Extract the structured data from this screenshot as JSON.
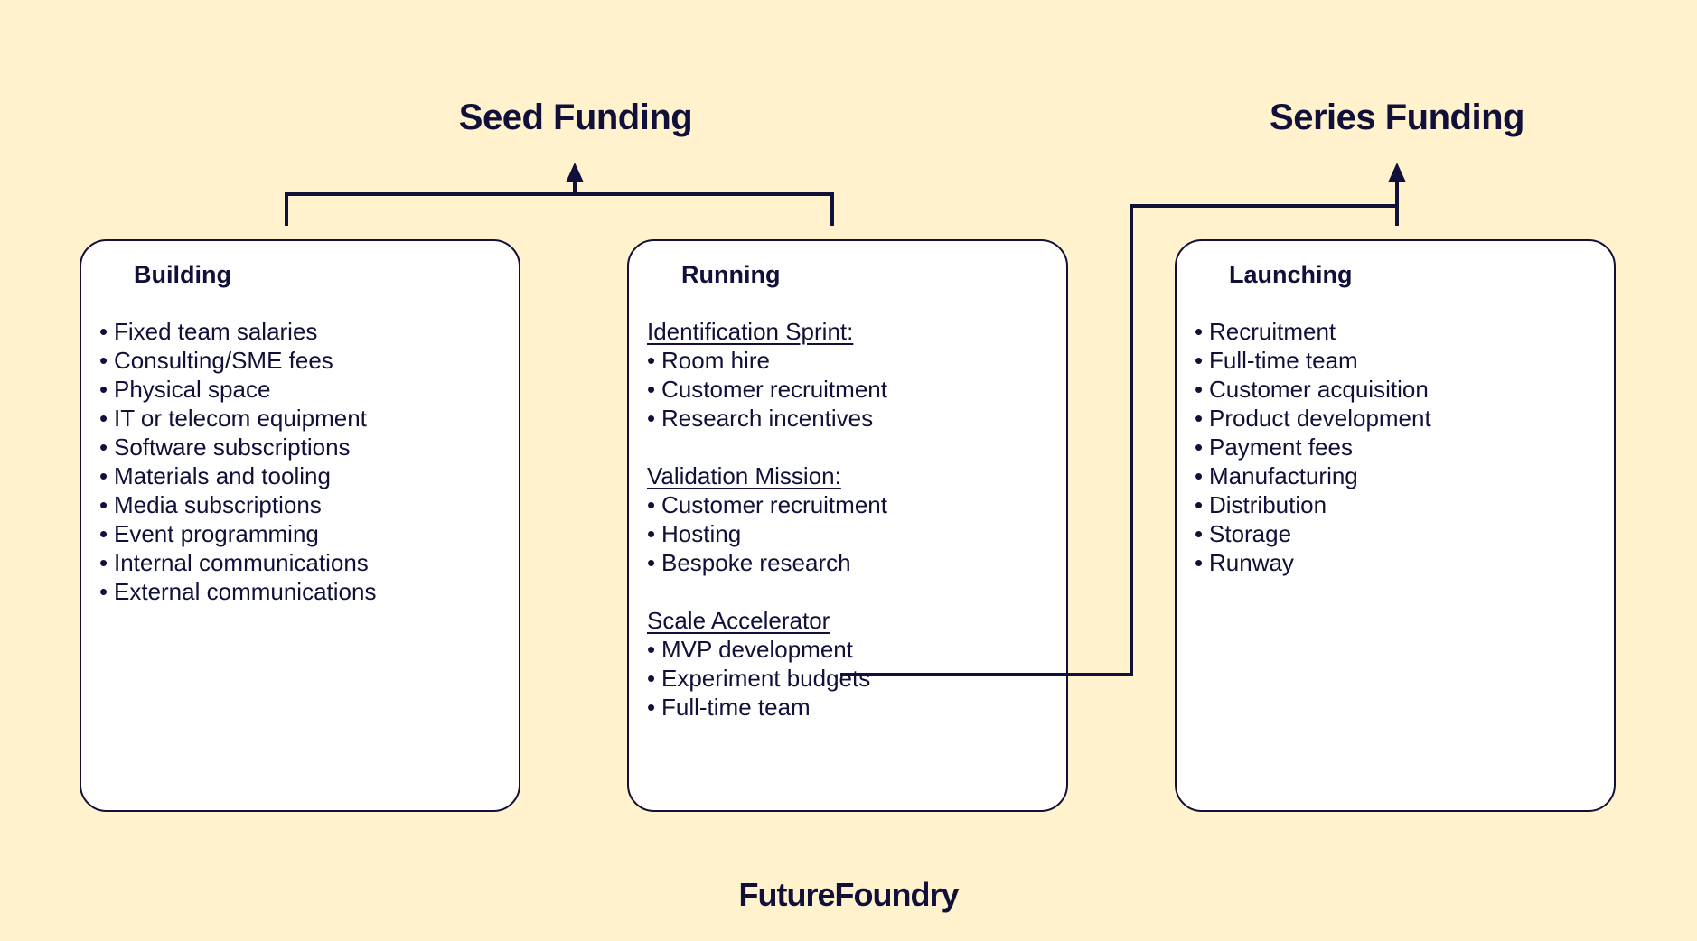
{
  "colors": {
    "background": "#FFF2CC",
    "ink": "#10103A",
    "card": "#FFFFFF"
  },
  "funding": {
    "seed": "Seed Funding",
    "series": "Series Funding"
  },
  "cards": {
    "building": {
      "title": "Building",
      "items": [
        "Fixed team salaries",
        "Consulting/SME fees",
        "Physical space",
        "IT or telecom equipment",
        "Software subscriptions",
        "Materials and tooling",
        "Media subscriptions",
        "Event programming",
        "Internal communications",
        "External communications"
      ]
    },
    "running": {
      "title": "Running",
      "sections": [
        {
          "heading": "Identification Sprint:",
          "items": [
            "Room hire",
            "Customer recruitment",
            "Research incentives"
          ]
        },
        {
          "heading": "Validation Mission:",
          "items": [
            "Customer recruitment",
            "Hosting",
            "Bespoke research"
          ]
        },
        {
          "heading": "Scale Accelerator",
          "items": [
            "MVP development",
            "Experiment budgets",
            "Full-time team"
          ]
        }
      ]
    },
    "launching": {
      "title": "Launching",
      "items": [
        "Recruitment",
        "Full-time team",
        "Customer acquisition",
        "Product development",
        "Payment fees",
        "Manufacturing",
        "Distribution",
        "Storage",
        "Runway"
      ]
    }
  },
  "brand": "FutureFoundry"
}
